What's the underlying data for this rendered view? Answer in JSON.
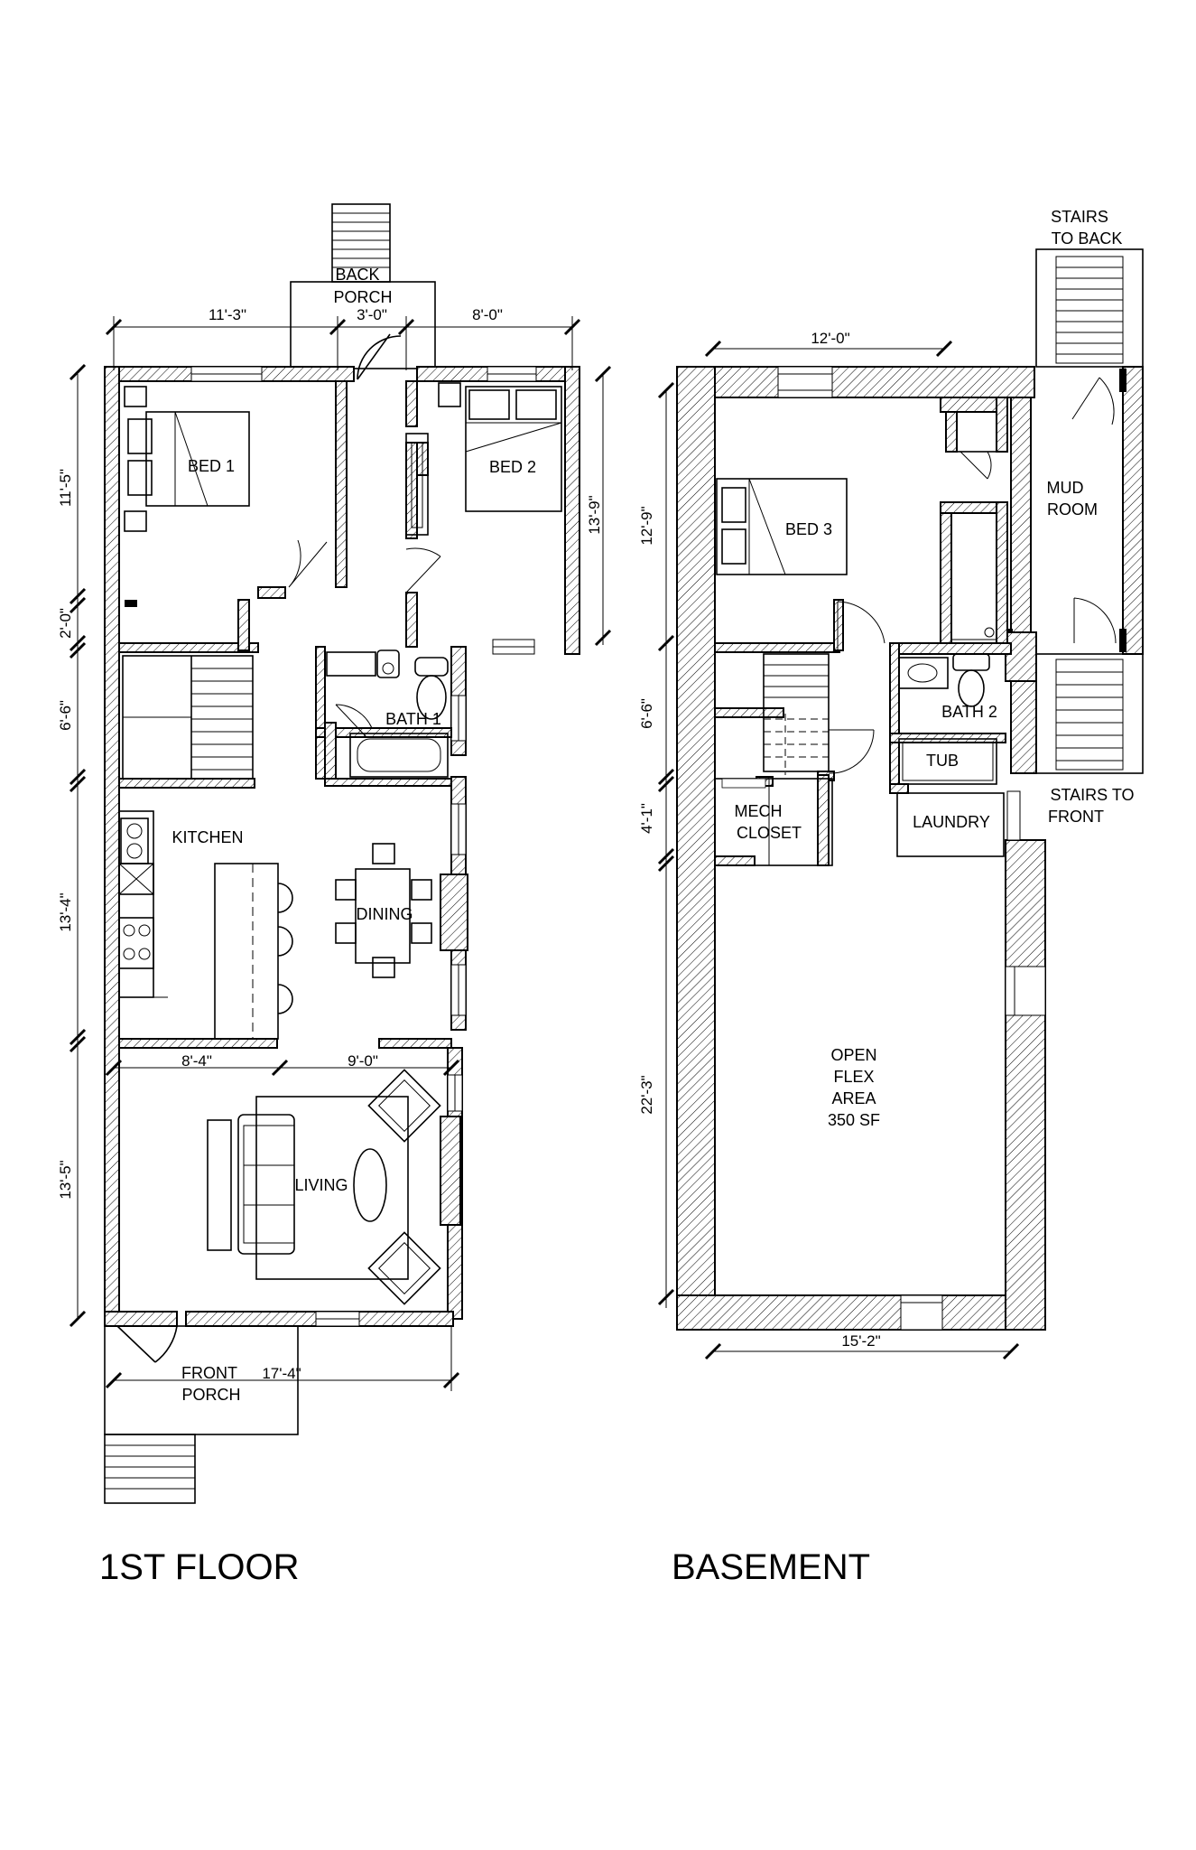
{
  "titles": {
    "first_floor": "1ST FLOOR",
    "basement": "BASEMENT"
  },
  "rooms_first": {
    "back_porch_1": "BACK",
    "back_porch_2": "PORCH",
    "bed1": "BED 1",
    "bed2": "BED 2",
    "bath1": "BATH 1",
    "kitchen": "KITCHEN",
    "dining": "DINING",
    "living": "LIVING",
    "front_porch_1": "FRONT",
    "front_porch_2": "PORCH"
  },
  "rooms_basement": {
    "stairs_back_1": "STAIRS",
    "stairs_back_2": "TO BACK",
    "mud_1": "MUD",
    "mud_2": "ROOM",
    "bed3": "BED 3",
    "bath2": "BATH 2",
    "tub": "TUB",
    "stairs_front_1": "STAIRS TO",
    "stairs_front_2": "FRONT",
    "mech_1": "MECH",
    "mech_2": "CLOSET",
    "laundry": "LAUNDRY",
    "flex_1": "OPEN",
    "flex_2": "FLEX",
    "flex_3": "AREA",
    "flex_4": "350 SF"
  },
  "dims_first": {
    "top_left": "11'-3\"",
    "top_mid": "3'-0\"",
    "top_right": "8'-0\"",
    "left_1": "11'-5\"",
    "left_2": "2'-0\"",
    "left_3": "6'-6\"",
    "left_4": "13'-4\"",
    "left_5": "13'-5\"",
    "right_bed2": "13'-9\"",
    "mid_left": "8'-4\"",
    "mid_right": "9'-0\"",
    "bottom": "17'-4\""
  },
  "dims_basement": {
    "top": "12'-0\"",
    "left_1": "12'-9\"",
    "left_2": "6'-6\"",
    "left_3": "4'-1\"",
    "left_4": "22'-3\"",
    "bottom": "15'-2\""
  }
}
